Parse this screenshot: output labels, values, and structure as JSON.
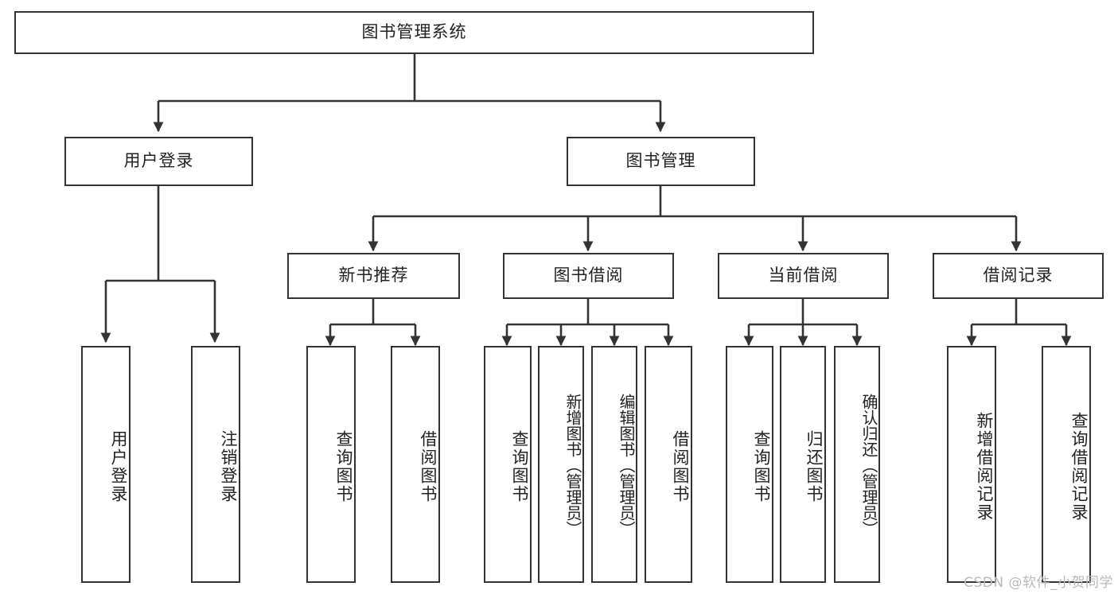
{
  "diagram": {
    "type": "tree",
    "title_node": "图书管理系统",
    "watermark": "CSDN @软件_小贺同学",
    "colors": {
      "border": "#333333",
      "fill": "#FFFFFF",
      "text": "#222222",
      "connector": "#333333",
      "watermark": "#B9B9B9"
    },
    "root": {
      "label": "图书管理系统"
    },
    "level2": [
      {
        "label": "用户登录"
      },
      {
        "label": "图书管理"
      }
    ],
    "level3": [
      {
        "label": "新书推荐"
      },
      {
        "label": "图书借阅"
      },
      {
        "label": "当前借阅"
      },
      {
        "label": "借阅记录"
      }
    ],
    "leaves": [
      {
        "label": "用户登录",
        "parent": "用户登录"
      },
      {
        "label": "注销登录",
        "parent": "用户登录"
      },
      {
        "label": "查询图书",
        "parent": "新书推荐"
      },
      {
        "label": "借阅图书",
        "parent": "新书推荐"
      },
      {
        "label": "查询图书",
        "parent": "图书借阅"
      },
      {
        "label": "新增图书（管理员）",
        "parent": "图书借阅"
      },
      {
        "label": "编辑图书（管理员）",
        "parent": "图书借阅"
      },
      {
        "label": "借阅图书",
        "parent": "图书借阅"
      },
      {
        "label": "查询图书",
        "parent": "当前借阅"
      },
      {
        "label": "归还图书",
        "parent": "当前借阅"
      },
      {
        "label": "确认归还（管理员）",
        "parent": "当前借阅"
      },
      {
        "label": "新增借阅记录",
        "parent": "借阅记录"
      },
      {
        "label": "查询借阅记录",
        "parent": "借阅记录"
      }
    ]
  }
}
